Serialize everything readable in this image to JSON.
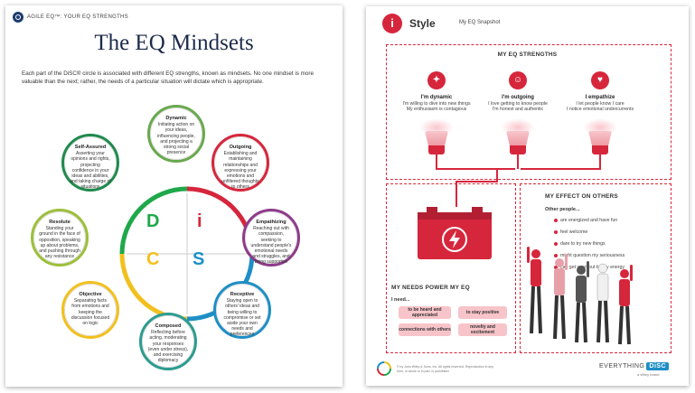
{
  "page1": {
    "header": "AGILE EQ™: YOUR EQ STRENGTHS",
    "title": "The EQ Mindsets",
    "intro": "Each part of the DiSC® circle is associated with different EQ strengths, known as mindsets. No one mindset is more valuable than the next; rather, the needs of a particular situation will dictate which is appropriate.",
    "letters": {
      "d": "D",
      "i": "i",
      "s": "S",
      "c": "C"
    },
    "colors": {
      "d": "#1fa84a",
      "i": "#d6263c",
      "s": "#1e8fc6",
      "c": "#f2c01e"
    },
    "mindsets": [
      {
        "name": "Dynamic",
        "desc": "Initiating action on your ideas, influencing people, and projecting a strong social presence"
      },
      {
        "name": "Outgoing",
        "desc": "Establishing and maintaining relationships and expressing your emotions and unfiltered thoughts to others"
      },
      {
        "name": "Empathizing",
        "desc": "Reaching out with compassion, seeking to understand people's emotional needs and struggles, and being supportive"
      },
      {
        "name": "Receptive",
        "desc": "Staying open to others' ideas and being willing to compromise or set aside your own needs and preferences"
      },
      {
        "name": "Composed",
        "desc": "Reflecting before acting, moderating your responses (even under stress), and exercising diplomacy"
      },
      {
        "name": "Objective",
        "desc": "Separating facts from emotions and keeping the discussion focused on logic"
      },
      {
        "name": "Resolute",
        "desc": "Standing your ground in the face of opposition, speaking up about problems, and pushing through any resistance"
      },
      {
        "name": "Self-Assured",
        "desc": "Asserting your opinions and rights, projecting confidence in your ideas and abilities, and taking charge of situations"
      }
    ]
  },
  "page2": {
    "icon_letter": "i",
    "title": "Style",
    "subtitle": "My EQ Snapshot",
    "strengths_heading": "MY EQ STRENGTHS",
    "strengths": [
      {
        "name": "I'm dynamic",
        "line1": "I'm willing to dive into new things",
        "line2": "My enthusiasm is contagious"
      },
      {
        "name": "I'm outgoing",
        "line1": "I love getting to know people",
        "line2": "I'm honest and authentic"
      },
      {
        "name": "I empathize",
        "line1": "I let people know I care",
        "line2": "I notice emotional undercurrents"
      }
    ],
    "effect_heading": "MY EFFECT ON OTHERS",
    "effect_sub": "Other people...",
    "effects": [
      "are energized and have fun",
      "feel welcome",
      "dare to try new things",
      "might question my seriousness",
      "can get worn out by my energy"
    ],
    "needs_heading": "MY NEEDS POWER MY EQ",
    "needs_sub": "I need...",
    "needs": [
      "to be heard and appreciated",
      "to stay positive",
      "connections with others",
      "novelty and excitement"
    ],
    "footer_text": "© by John Wiley & Sons, Inc. All rights reserved. Reproduction in any form, in whole or in part, is prohibited.",
    "brand_a": "EVERYTHING",
    "brand_b": "DiSC",
    "brand_sub": "a Wiley brand"
  }
}
